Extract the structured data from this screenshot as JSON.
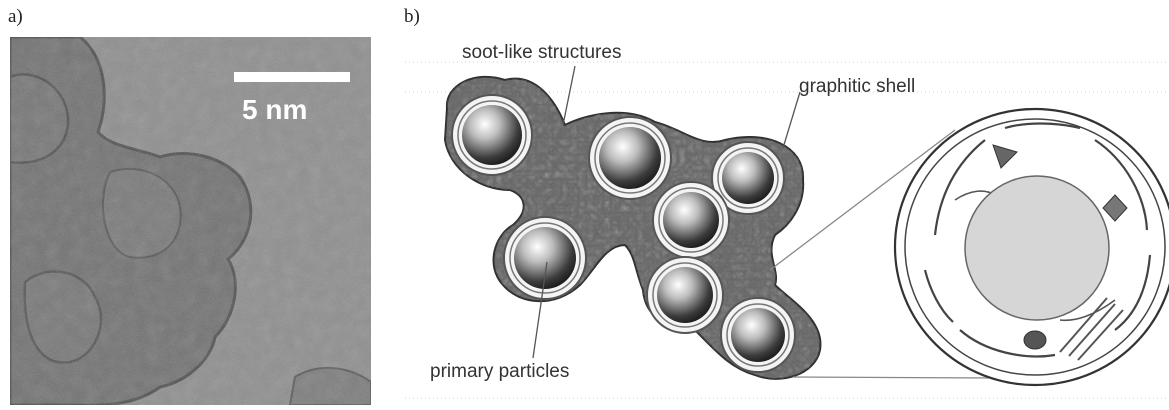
{
  "panels": {
    "a": {
      "label": "a)",
      "scale_bar_label": "5 nm"
    },
    "b": {
      "label": "b)",
      "callouts": {
        "soot": "soot-like structures",
        "shell": "graphitic shell",
        "primary": "primary particles"
      }
    }
  }
}
